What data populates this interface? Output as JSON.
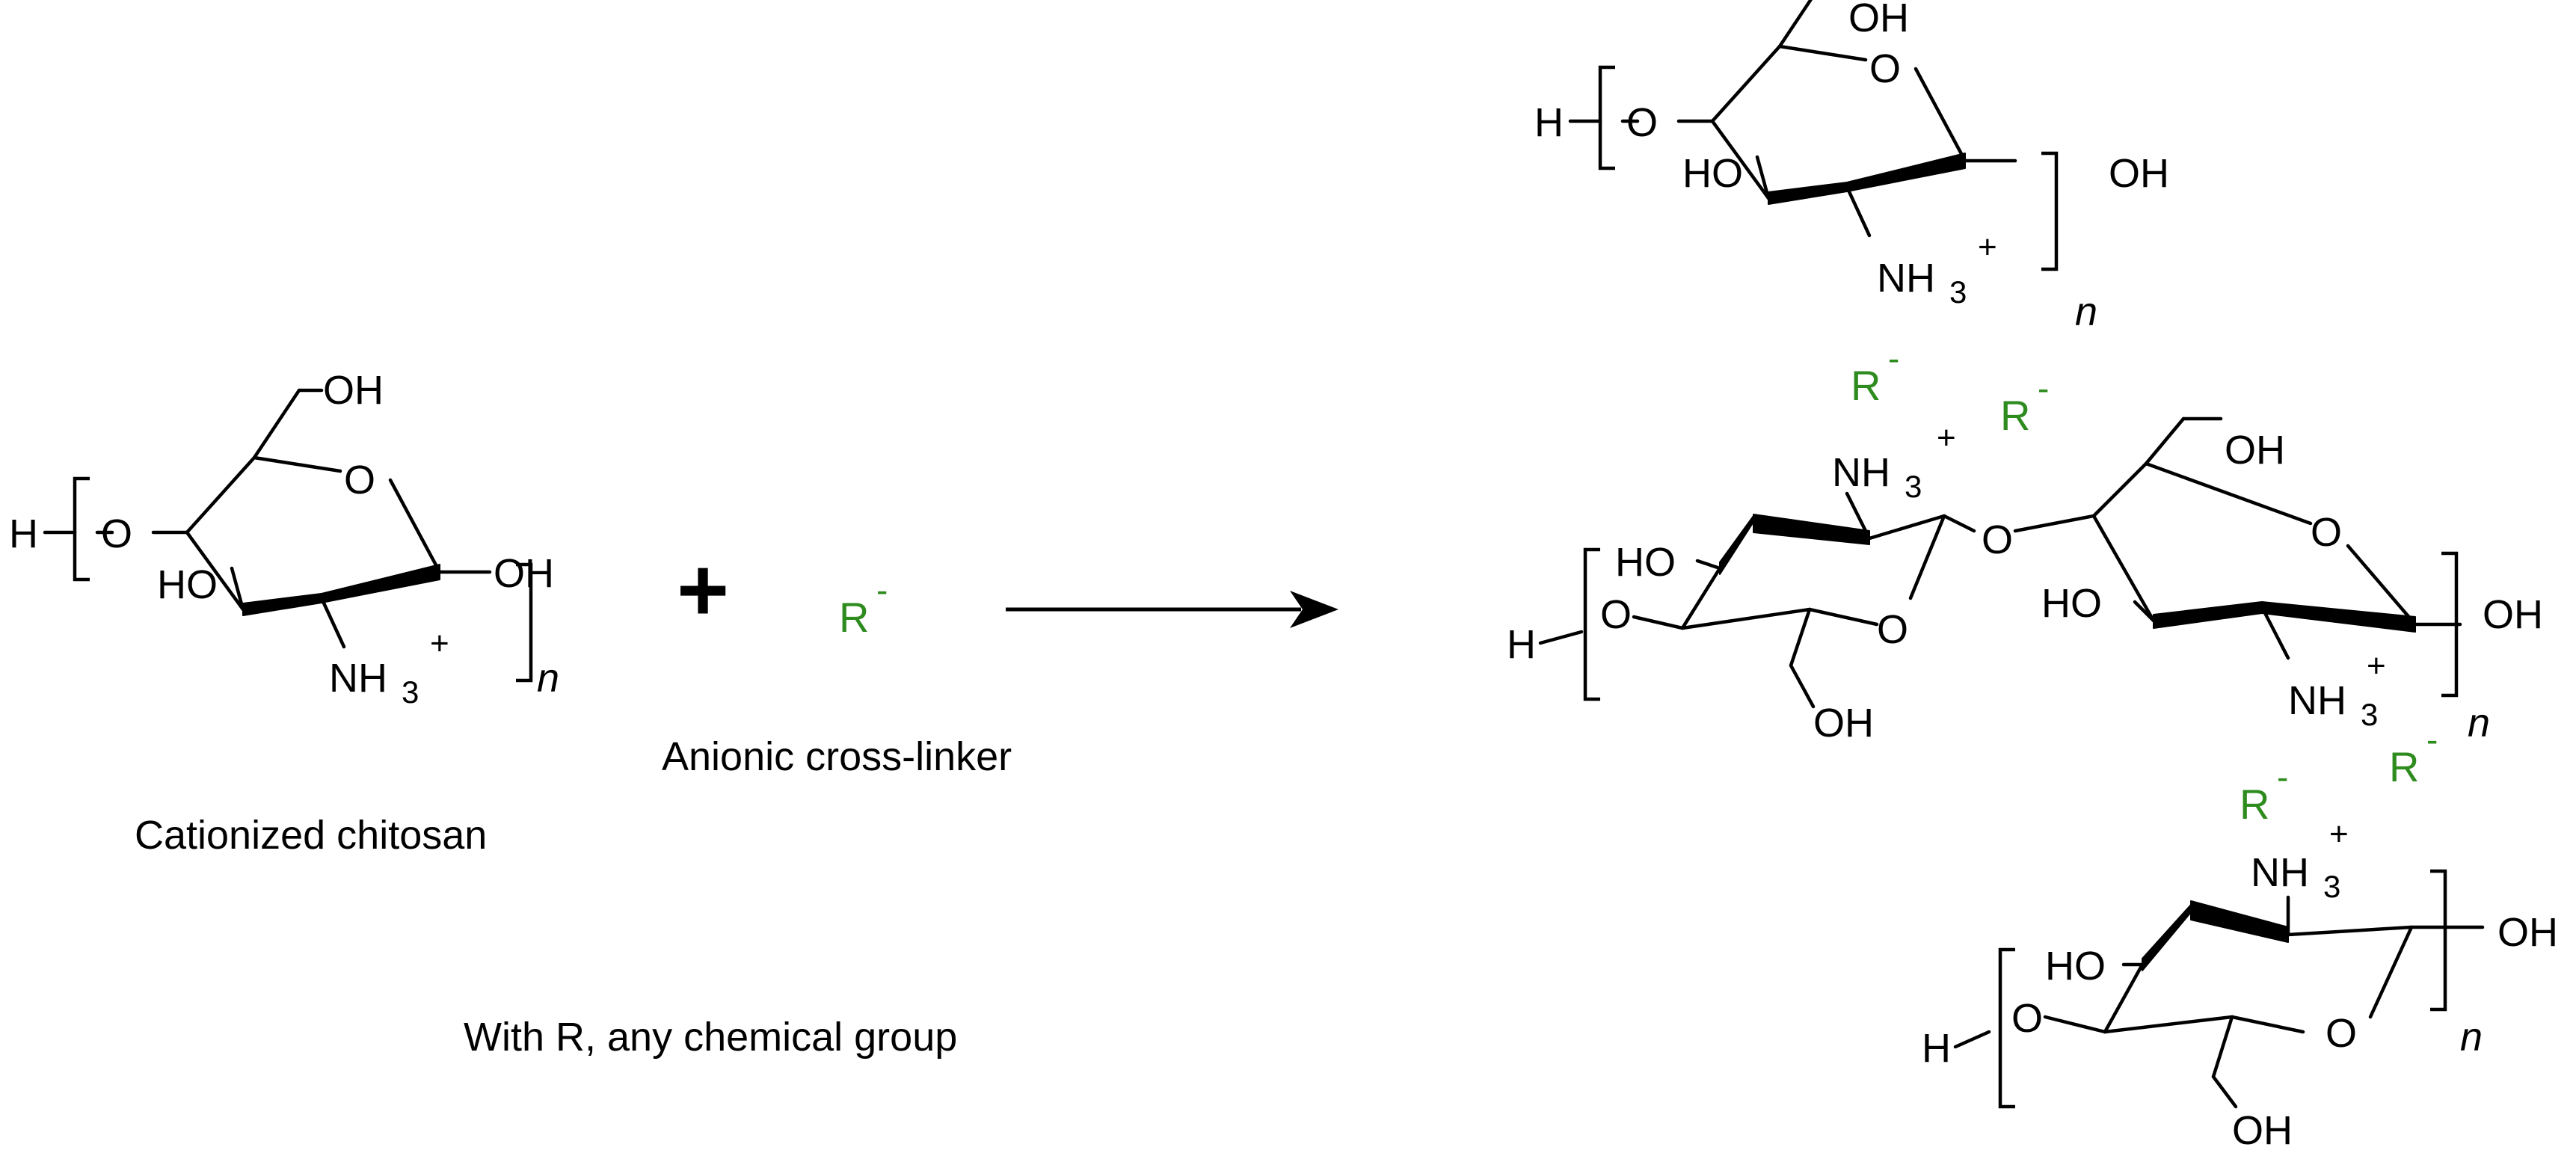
{
  "colors": {
    "anion": "#2e8b1e",
    "ink": "#000000"
  },
  "labels": {
    "chitosan_caption": "Cationized chitosan",
    "crosslinker_caption": "Anionic cross-linker",
    "note": "With R, any chemical group",
    "plus": "+"
  },
  "atoms": {
    "H": "H",
    "O": "O",
    "OH": "OH",
    "HO": "HO",
    "N": "NH",
    "three": "3",
    "plus": "+",
    "n": "n",
    "R": "R",
    "minus": "-"
  }
}
